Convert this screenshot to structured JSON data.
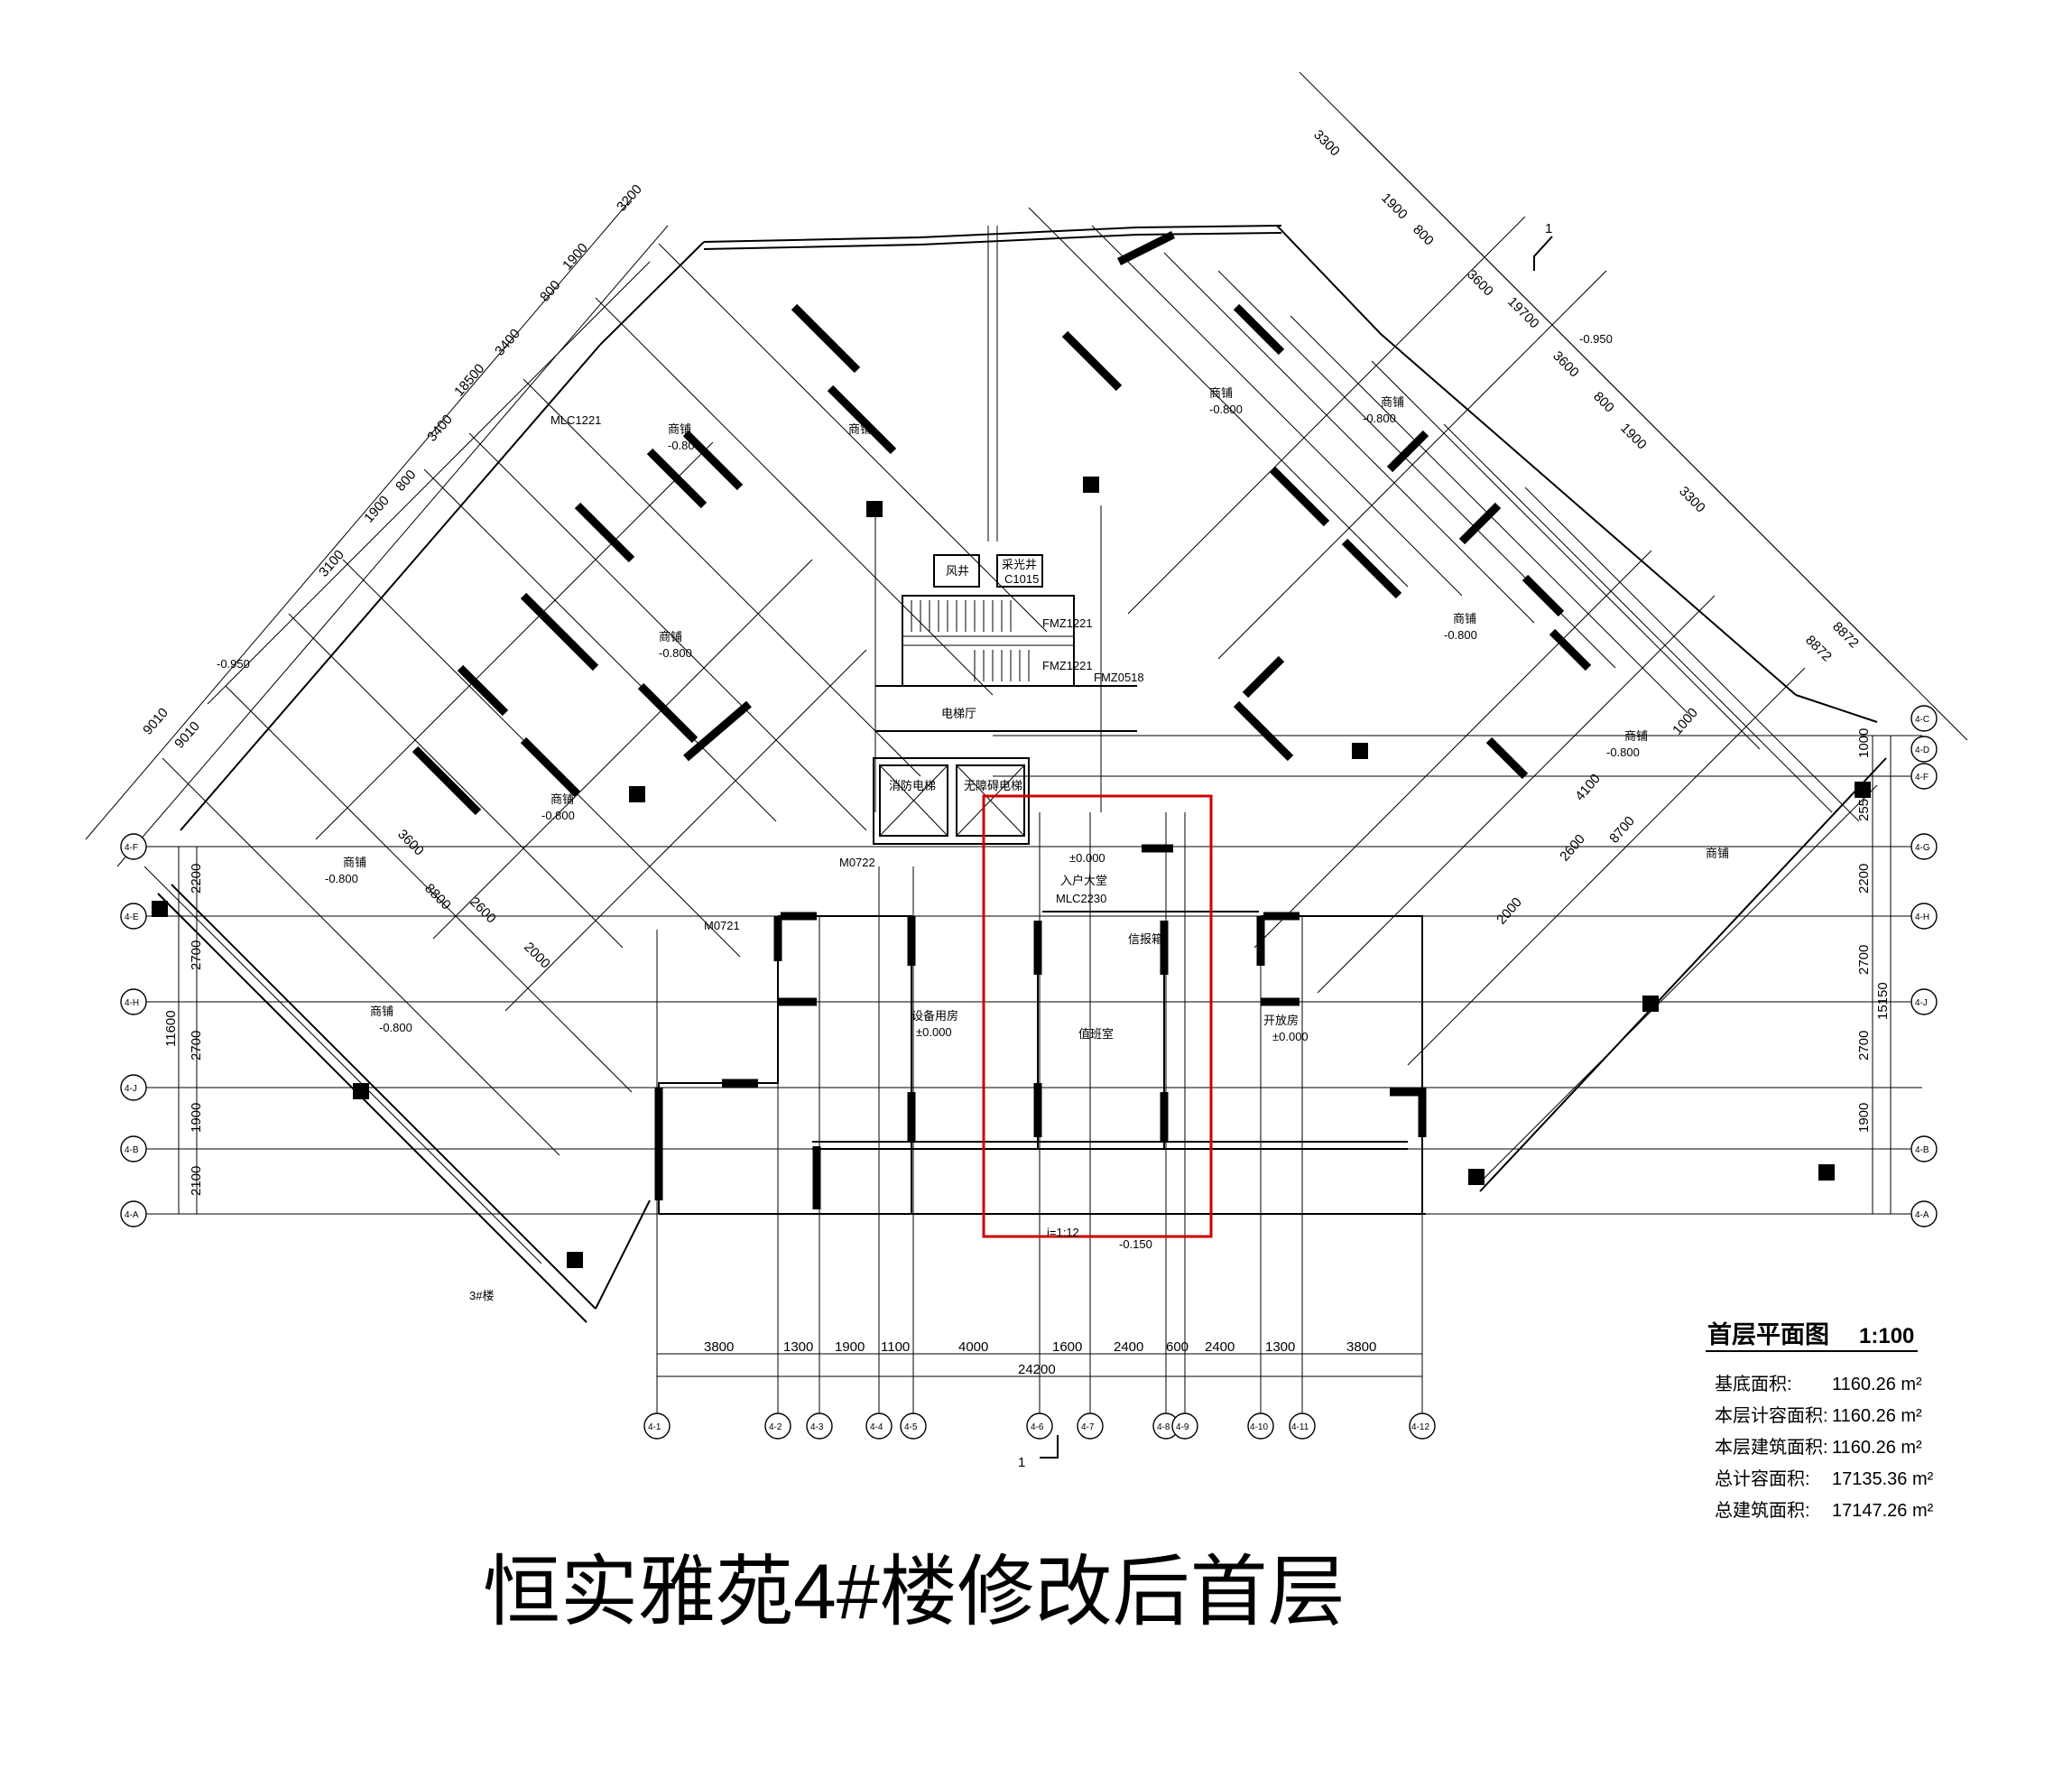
{
  "drawing": {
    "main_title": "恒实雅苑4#楼修改后首层",
    "plan_title": "首层平面图",
    "scale": "1:100",
    "area_table": [
      {
        "label": "基底面积:",
        "value": "1160.26 m²"
      },
      {
        "label": "本层计容面积:",
        "value": "1160.26 m²"
      },
      {
        "label": "本层建筑面积:",
        "value": "1160.26 m²"
      },
      {
        "label": "总计容面积:",
        "value": "17135.36 m²"
      },
      {
        "label": "总建筑面积:",
        "value": "17147.26 m²"
      }
    ]
  },
  "dimensions": {
    "bottom_segments": [
      "3800",
      "1300",
      "1900",
      "1100",
      "4000",
      "1600",
      "2400",
      "600",
      "2400",
      "1300",
      "3800"
    ],
    "bottom_total": "24200",
    "left_segments": [
      "2200",
      "2700",
      "2700",
      "1900",
      "2100"
    ],
    "left_total": "11600",
    "right_segments": [
      "2550",
      "2200",
      "2700",
      "2700",
      "1900"
    ],
    "right_total": "15150",
    "right_top": "1000",
    "left_diagonal": [
      "9010",
      "9010"
    ],
    "right_diagonal": [
      "8872",
      "8872"
    ],
    "upper_left_diagonal": [
      "3200",
      "1900",
      "800",
      "3400",
      "18500",
      "3400",
      "800",
      "1900",
      "3100"
    ],
    "upper_right_diagonal": [
      "3300",
      "1900",
      "800",
      "3600",
      "19700",
      "3600",
      "800",
      "1900",
      "3300"
    ],
    "lower_left_diagonal": [
      "3600",
      "8800",
      "2600",
      "2000"
    ],
    "lower_right_diagonal": [
      "4100",
      "8700",
      "2600",
      "2000"
    ],
    "other": [
      "1000"
    ]
  },
  "axes": {
    "bottom": [
      "4-1",
      "4-2",
      "4-3",
      "4-4",
      "4-5",
      "4-6",
      "4-7",
      "4-8",
      "4-9",
      "4-10",
      "4-11",
      "4-12"
    ],
    "left": [
      "4-F",
      "4-E",
      "4-H",
      "4-J",
      "4-B",
      "4-A"
    ],
    "right": [
      "4-C",
      "4-D",
      "4-F",
      "4-G",
      "4-H",
      "4-J",
      "4-B",
      "4-A"
    ]
  },
  "labels": {
    "rooms": {
      "stair_hall": "电梯厅",
      "equipment": "设备用房",
      "equipment_level": "±0.000",
      "entrance": "入户大堂",
      "entrance_level": "±0.000",
      "entrance_door": "MLC2230",
      "mailbox": "信报箱",
      "duty_room": "值班室",
      "open_room": "开放房",
      "open_level": "±0.000",
      "shop": "商铺",
      "shop_level": "-0.800",
      "shop_level_b": "-0.950",
      "slope_level": "-0.150",
      "slope_ratio": "i=1:12",
      "wind_shaft": "风井",
      "light_well": "采光井",
      "window": "C1015",
      "fire_door_a": "FMZ1221",
      "fire_door_b": "FMZ1221",
      "fire_door_c": "FMZ0518",
      "door_m0721": "M0721",
      "door_m0722": "M0722",
      "door_mlc": "MLC1221",
      "lift_a": "消防电梯",
      "lift_b": "无障碍电梯",
      "section_mark": "1",
      "building_ref": "3#楼"
    }
  },
  "colors": {
    "line": "#000000",
    "highlight": "#d00000",
    "background": "#ffffff"
  }
}
